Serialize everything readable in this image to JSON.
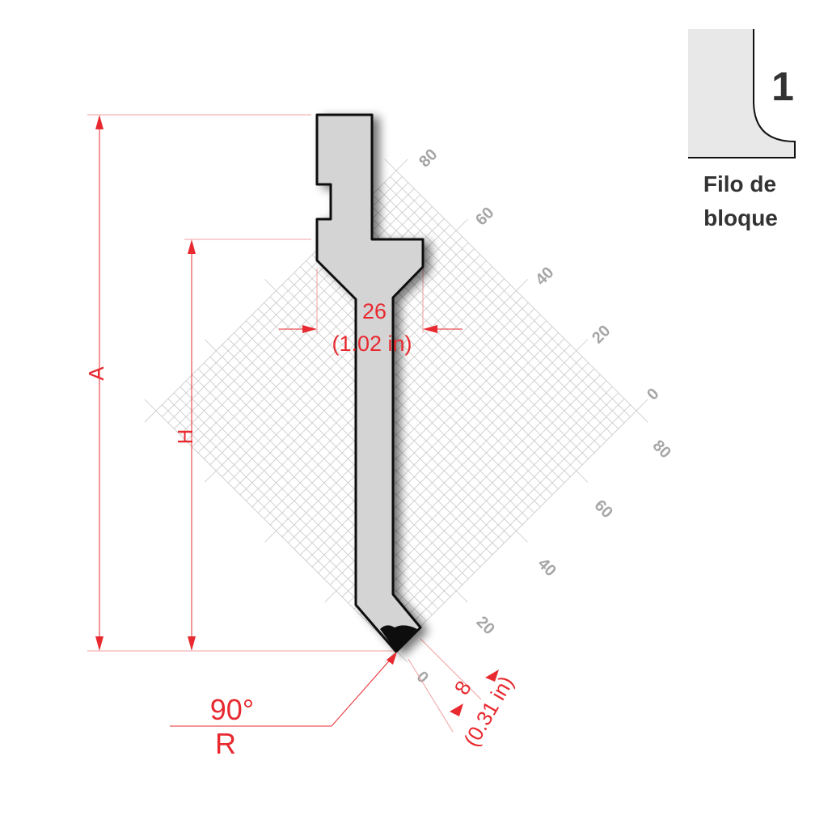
{
  "dimensions": {
    "width_mm": "26",
    "width_in": "(1.02 in)",
    "tip_mm": "8",
    "tip_in": "(0.31 in)",
    "height_label": "H",
    "overall_label": "A",
    "angle": "90°",
    "radius_label": "R"
  },
  "grid": {
    "upper_axis_ticks": [
      "0",
      "20",
      "40",
      "60",
      "80"
    ],
    "lower_axis_ticks": [
      "0",
      "20",
      "40",
      "60",
      "80"
    ],
    "range": [
      0,
      80
    ]
  },
  "badge": {
    "number": "1",
    "line1": "Filo de",
    "line2": "bloque"
  },
  "colors": {
    "dimension": "#e8292f",
    "profile_fill": "#d4d4d4",
    "grid": "#c8c8c8",
    "tick_text": "#a6a6a6"
  }
}
